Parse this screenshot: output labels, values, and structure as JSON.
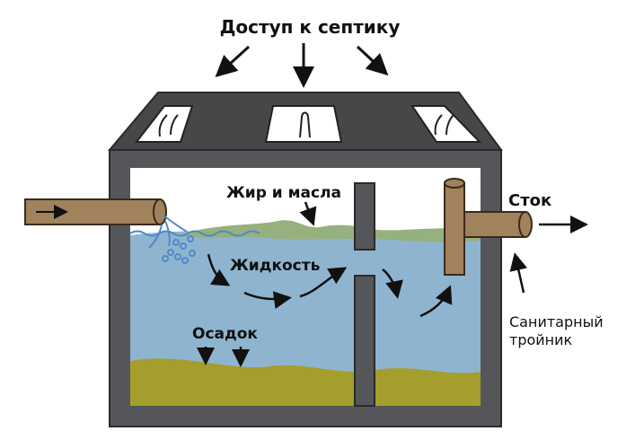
{
  "labels": {
    "access": "Доступ к септику",
    "fat": "Жир и масла",
    "liquid": "Жидкость",
    "sediment": "Осадок",
    "outflow": "Сток",
    "tee_line1": "Санитарный",
    "tee_line2": "тройник"
  },
  "colors": {
    "tank": "#555659",
    "lid": "#464749",
    "water": "#8fb4cf",
    "water_line": "#4f89c8",
    "fat": "#96b07e",
    "sludge": "#a49e2c",
    "pipe": "#a0825d",
    "pipe_outline": "#3a2a1c"
  }
}
